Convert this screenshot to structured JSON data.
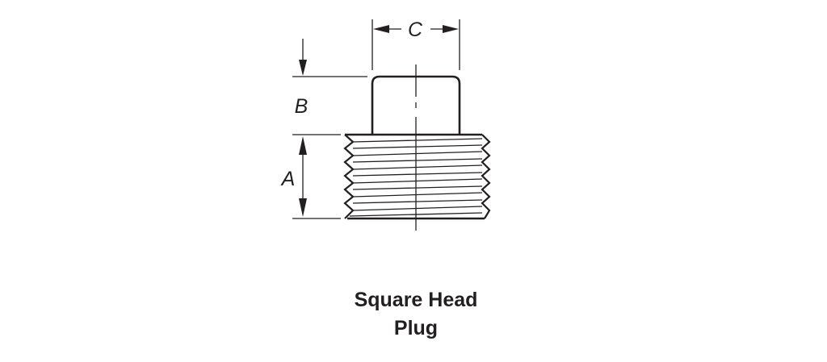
{
  "diagram": {
    "title_line1": "Square Head",
    "title_line2": "Plug",
    "dimensions": {
      "A": "A",
      "B": "B",
      "C": "C"
    },
    "colors": {
      "stroke": "#231f20",
      "background": "#ffffff"
    }
  }
}
